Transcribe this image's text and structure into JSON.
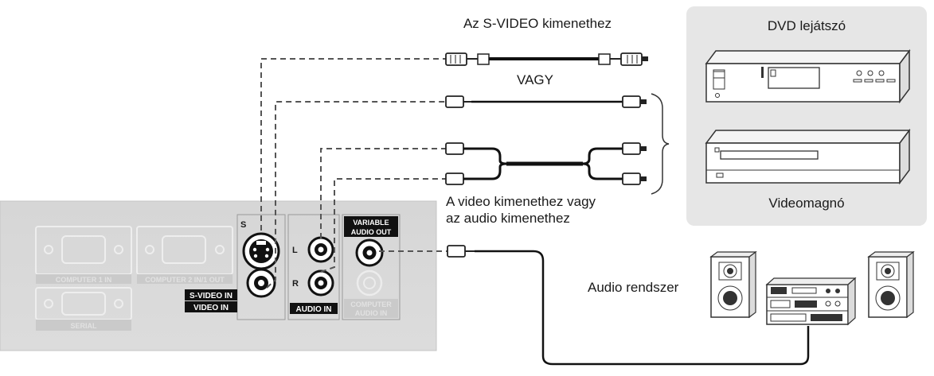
{
  "labels": {
    "svideo_out": "Az S-VIDEO kimenethez",
    "or": "VAGY",
    "video_audio_out_line1": "A video kimenethez vagy",
    "video_audio_out_line2": "az audio kimenethez",
    "dvd_player": "DVD lejátszó",
    "vcr": "Videomagnó",
    "audio_system": "Audio rendszer"
  },
  "panel": {
    "computer1_in": "COMPUTER 1 IN",
    "computer2_in_out": "COMPUTER 2 IN/1 OUT",
    "serial": "SERIAL",
    "s_mark": "S",
    "svideo_in": "S-VIDEO IN",
    "video_in": "VIDEO IN",
    "left_mark": "L",
    "right_mark": "R",
    "audio_in": "AUDIO IN",
    "variable_audio_out_line1": "VARIABLE",
    "variable_audio_out_line2": "AUDIO OUT",
    "computer_audio_in_line1": "COMPUTER",
    "computer_audio_in_line2": "AUDIO IN"
  },
  "colors": {
    "panel_fill": "#dcdcdc",
    "device_box_fill": "#e8e8e8",
    "cable": "#222222",
    "dashed_cable": "#555555"
  }
}
